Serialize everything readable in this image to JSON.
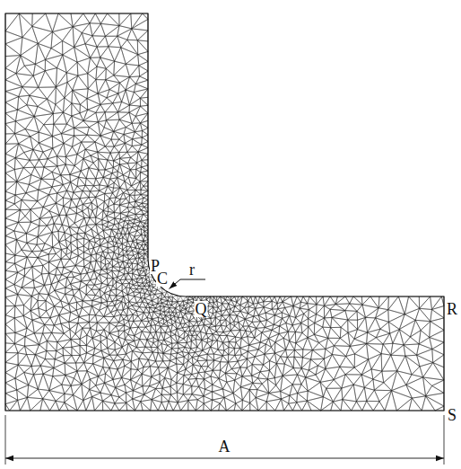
{
  "diagram": {
    "labels": [
      "P",
      "C",
      "r",
      "Q",
      "R",
      "S",
      "A"
    ]
  }
}
